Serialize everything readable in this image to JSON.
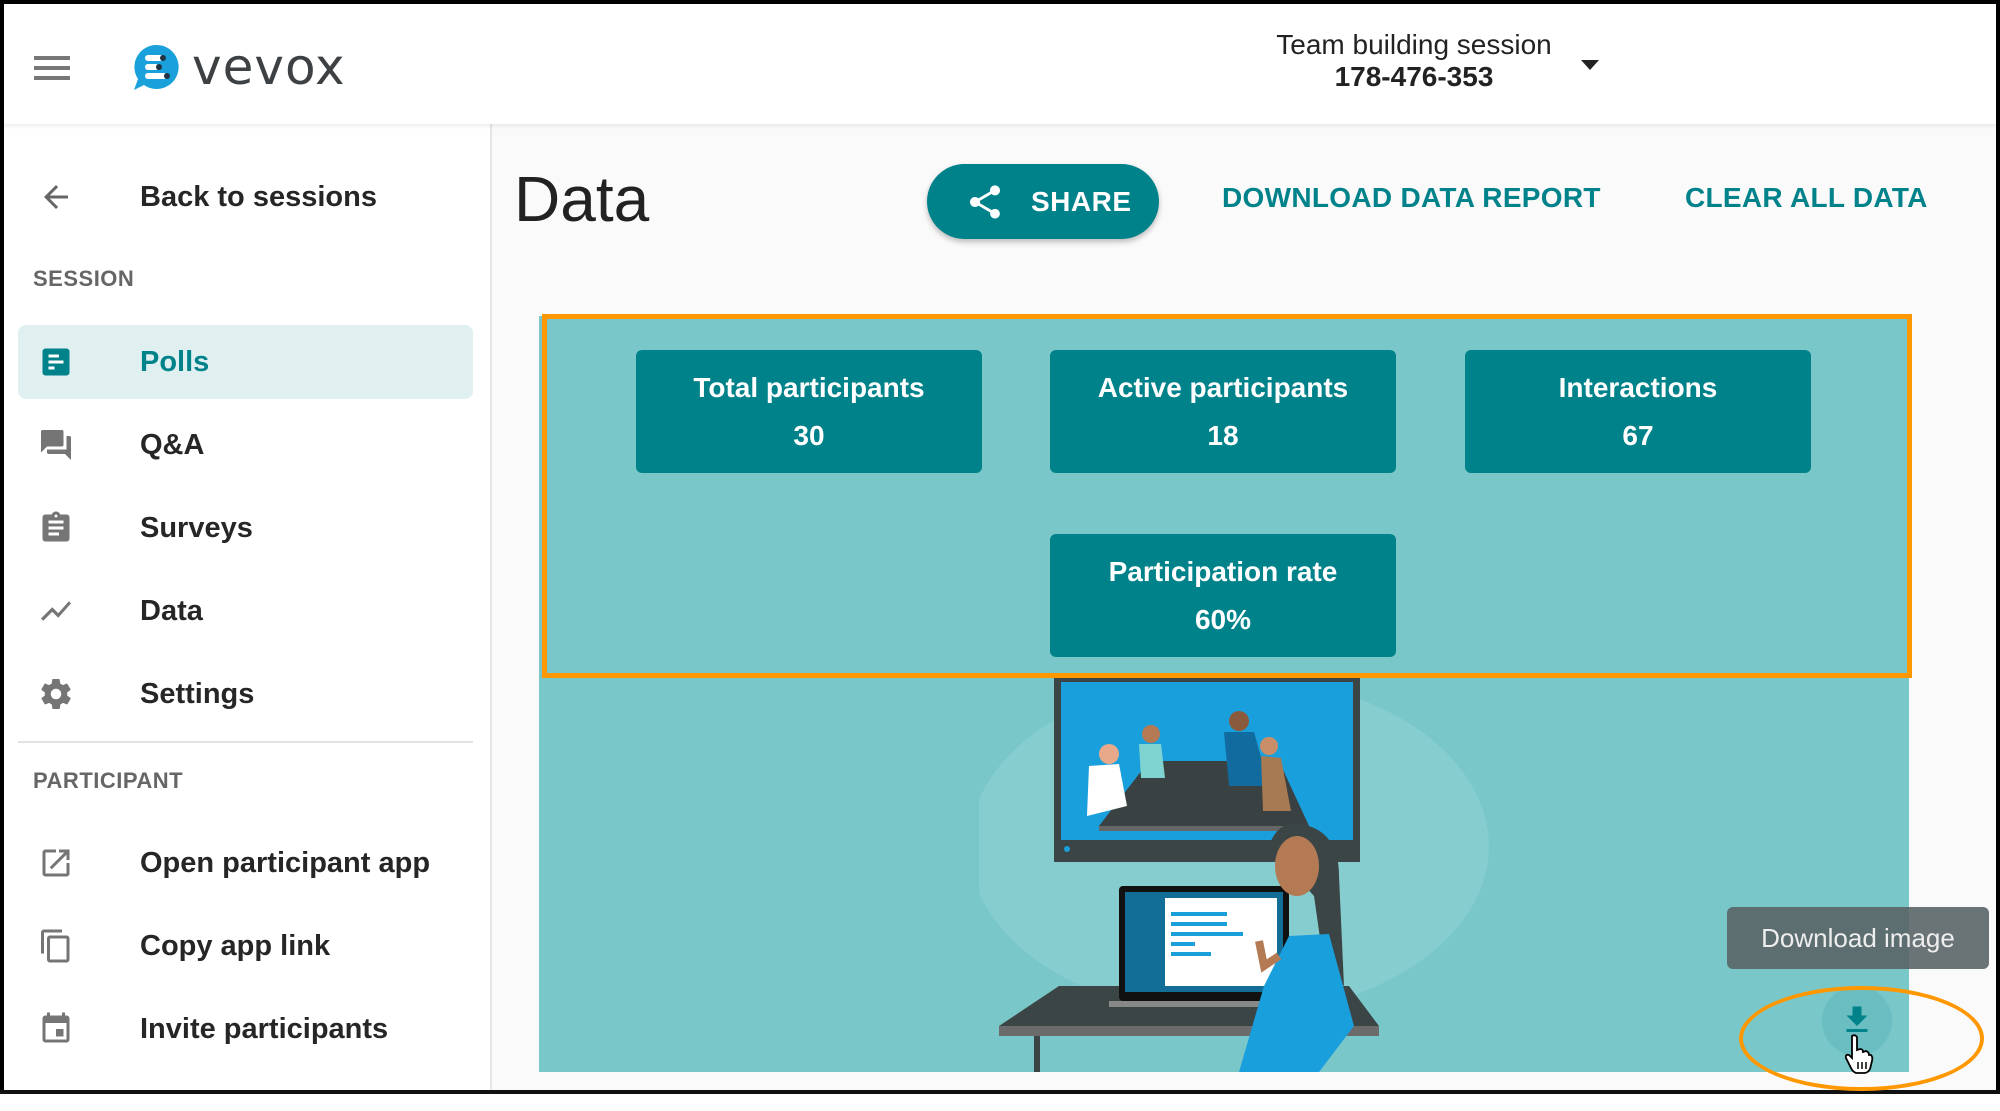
{
  "header": {
    "menu_icon": "hamburger-icon",
    "logo_text": "vevox",
    "session_name": "Team building session",
    "session_code": "178-476-353",
    "session_dropdown_icon": "caret-down-icon"
  },
  "sidebar": {
    "back_label": "Back to sessions",
    "session_section": "SESSION",
    "session_items": [
      {
        "label": "Polls",
        "icon": "poll-icon",
        "active": true
      },
      {
        "label": "Q&A",
        "icon": "forum-icon"
      },
      {
        "label": "Surveys",
        "icon": "clipboard-icon"
      },
      {
        "label": "Data",
        "icon": "trending-line-icon"
      },
      {
        "label": "Settings",
        "icon": "gear-icon"
      }
    ],
    "participant_section": "PARTICIPANT",
    "participant_items": [
      {
        "label": "Open participant app",
        "icon": "open-external-icon"
      },
      {
        "label": "Copy app link",
        "icon": "copy-icon"
      },
      {
        "label": "Invite participants",
        "icon": "calendar-icon"
      }
    ]
  },
  "main": {
    "title": "Data",
    "share_label": "SHARE",
    "download_report_label": "DOWNLOAD DATA REPORT",
    "clear_data_label": "CLEAR ALL DATA",
    "stats": [
      {
        "label": "Total participants",
        "value": "30"
      },
      {
        "label": "Active participants",
        "value": "18"
      },
      {
        "label": "Interactions",
        "value": "67"
      },
      {
        "label": "Participation rate",
        "value": "60%"
      }
    ],
    "download_tooltip": "Download image"
  },
  "colors": {
    "brand_teal": "#00828a",
    "panel_bg": "#79c7c9",
    "highlight_orange": "#ff9800",
    "active_nav_bg": "#e0eff0",
    "logo_blue": "#1aa1dc"
  }
}
